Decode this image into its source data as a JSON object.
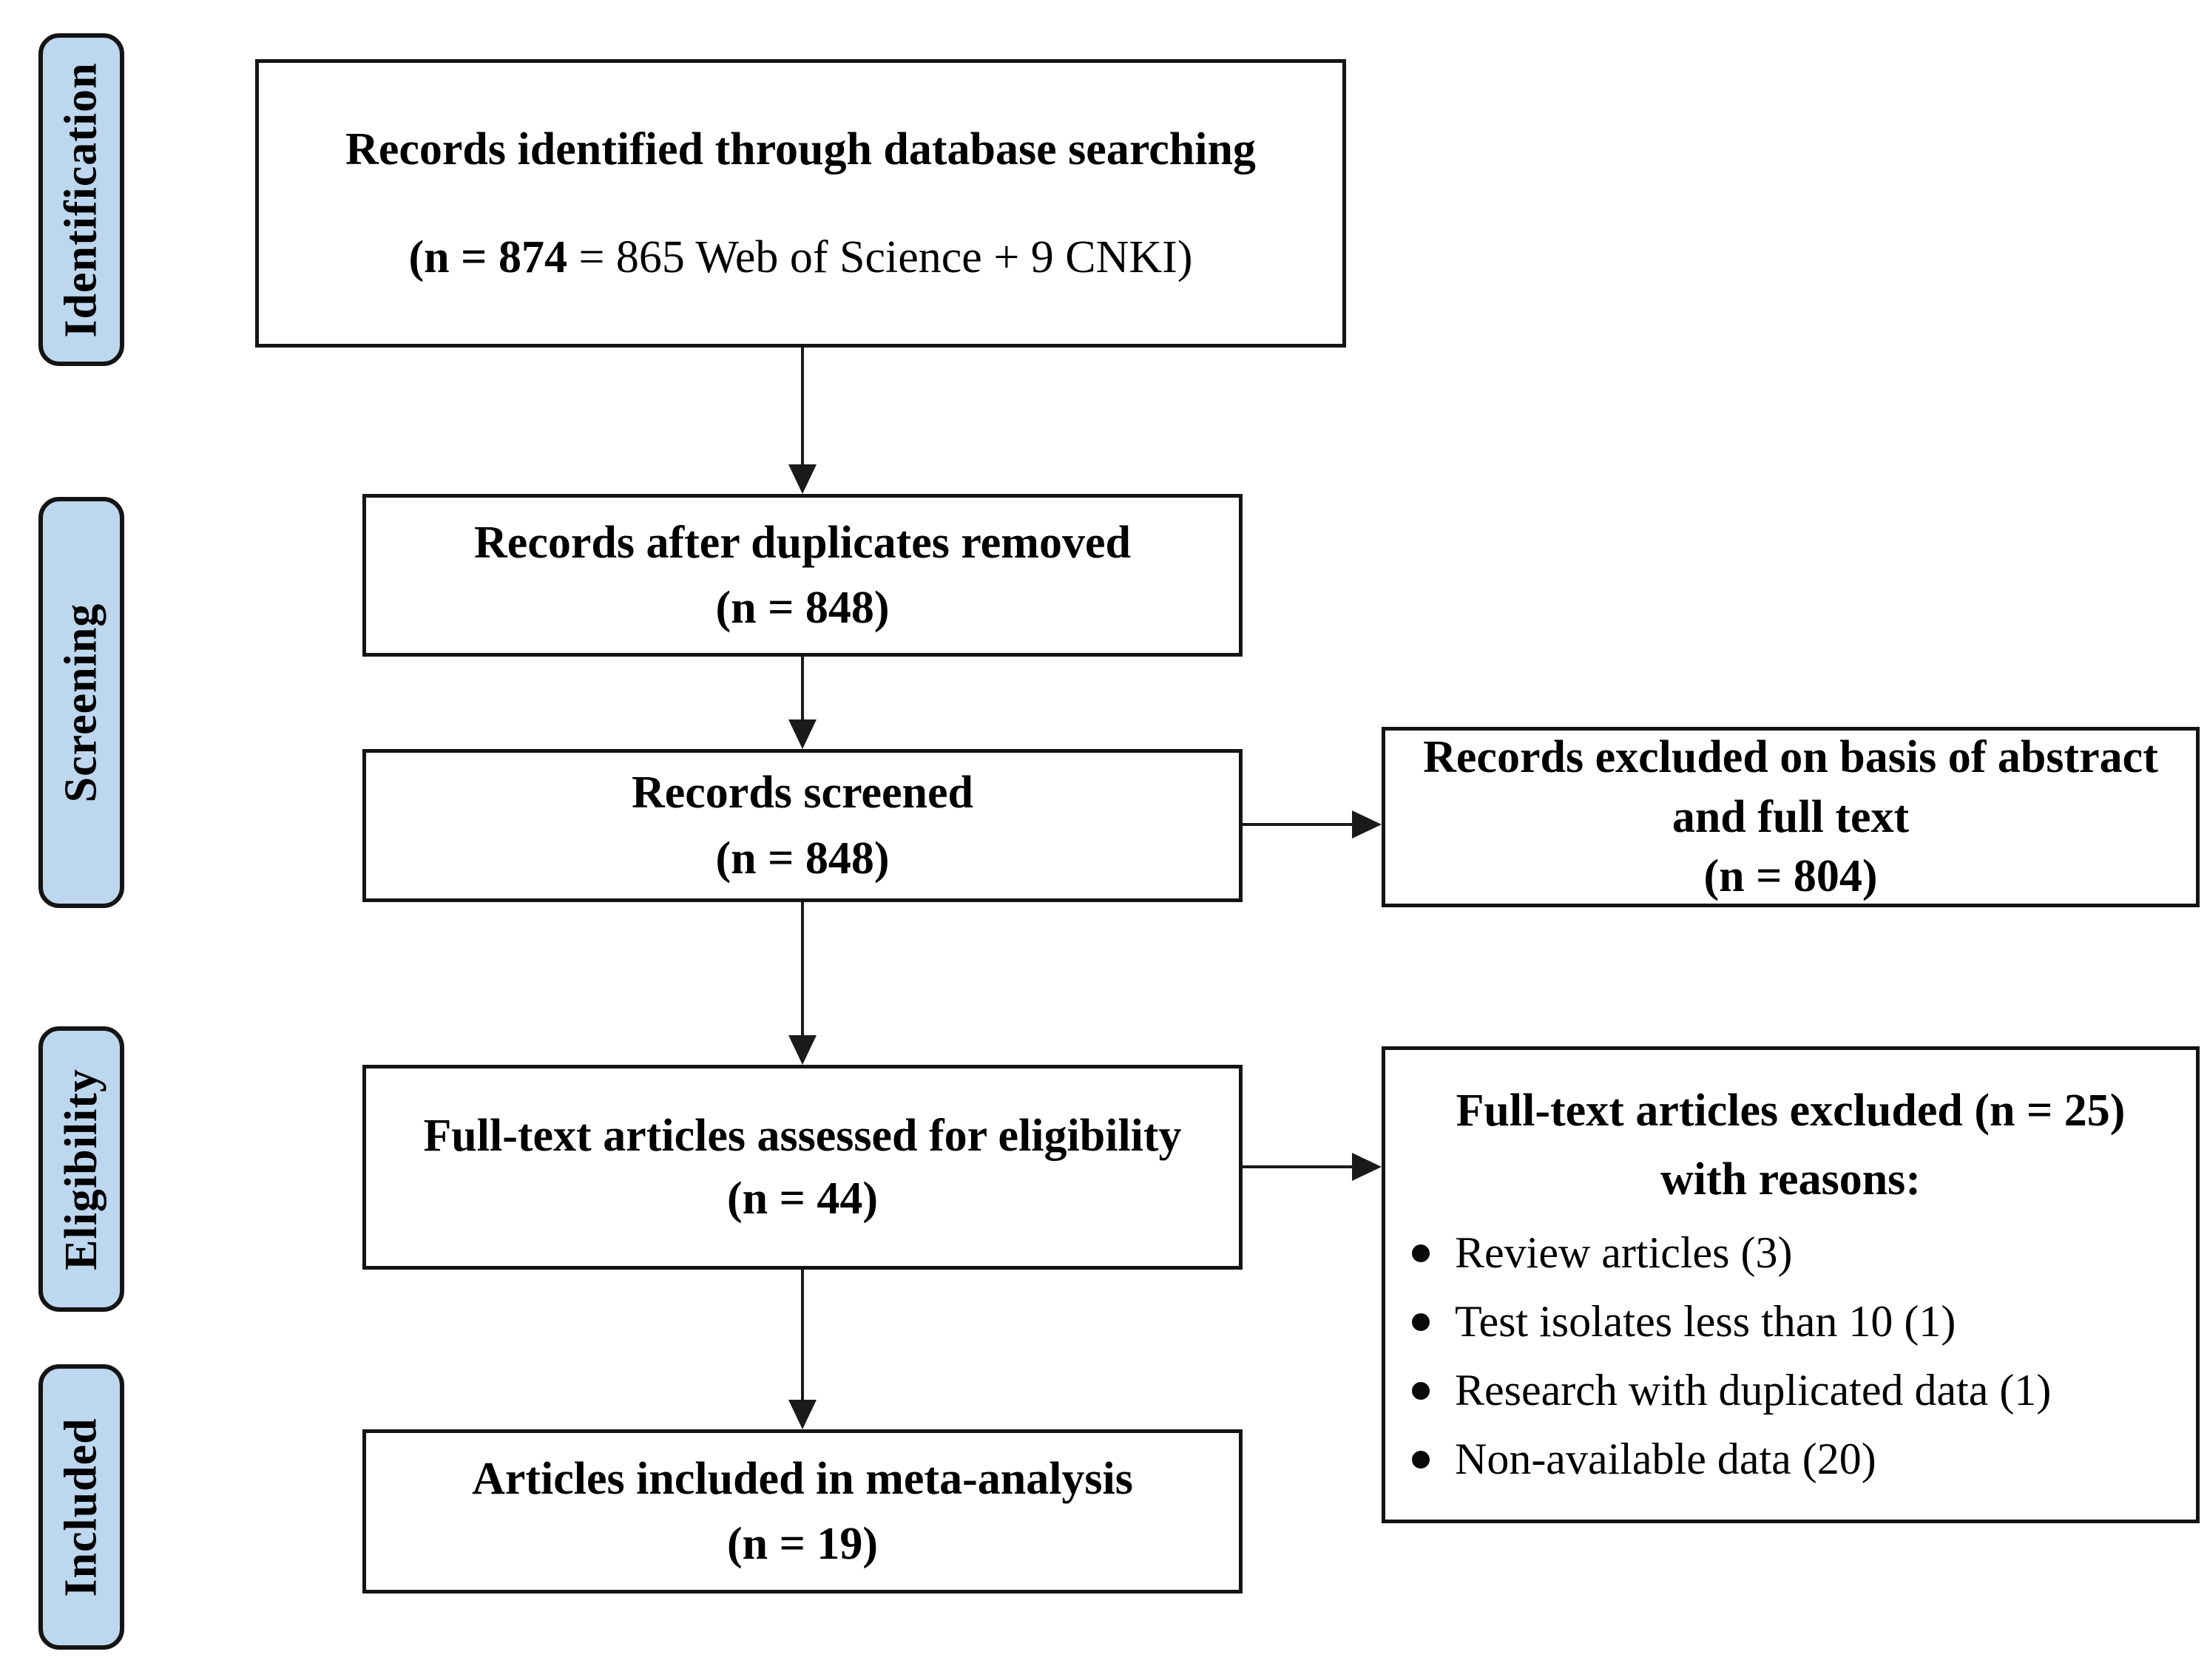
{
  "figure": {
    "colors": {
      "stage_label_fill": "#bdd7ee",
      "line": "#1a1a1a",
      "box_fill": "#ffffff",
      "text": "#000000"
    },
    "stages": [
      {
        "label": "Identification"
      },
      {
        "label": "Screening"
      },
      {
        "label": "Eligibility"
      },
      {
        "label": "Included"
      }
    ],
    "boxes": {
      "identified": {
        "title": "Records identified through database searching",
        "count_bold": "(n = 874 ",
        "count_rest": "= 865 Web of Science + 9 CNKI)"
      },
      "duplicates": {
        "title": "Records after duplicates removed",
        "count": "(n = 848)"
      },
      "screened": {
        "title": "Records screened",
        "count": "(n = 848)"
      },
      "assessed": {
        "title": "Full-text articles assessed for eligibility",
        "count": "(n = 44)"
      },
      "included": {
        "title": "Articles included in meta-analysis",
        "count": "(n = 19)"
      },
      "excluded_records": {
        "title": "Records excluded on basis of abstract and full text",
        "count": "(n = 804)"
      },
      "excluded_fulltext": {
        "header_line1": "Full-text articles excluded (n = 25)",
        "header_line2": "with reasons:",
        "reasons": [
          "Review articles (3)",
          "Test isolates less than 10 (1)",
          "Research with duplicated data (1)",
          "Non-available data (20)"
        ]
      }
    }
  }
}
